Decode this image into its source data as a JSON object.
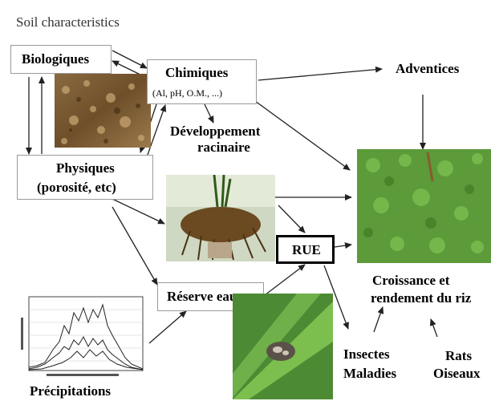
{
  "title": "Soil characteristics",
  "nodes": {
    "biologiques": "Biologiques",
    "chimiques": "Chimiques",
    "chimiques_detail": "(Al, pH, O.M., ...)",
    "adventices": "Adventices",
    "developpement_line1": "Développement",
    "developpement_line2": "racinaire",
    "physiques_line1": "Physiques",
    "physiques_line2": "(porosité, etc)",
    "rue": "RUE",
    "reserve_eau": "Réserve eau",
    "croissance_line1": "Croissance et",
    "croissance_line2": "rendement du riz",
    "insectes": "Insectes",
    "maladies": "Maladies",
    "rats": "Rats",
    "oiseaux": "Oiseaux",
    "precipitations": "Précipitations"
  },
  "colors": {
    "soil_photo": "#7a5a33",
    "root_photo": "#6b4a22",
    "field_photo": "#5c9a3a",
    "insect_leaf": "#6fb04a",
    "chart_grid": "#888888"
  }
}
